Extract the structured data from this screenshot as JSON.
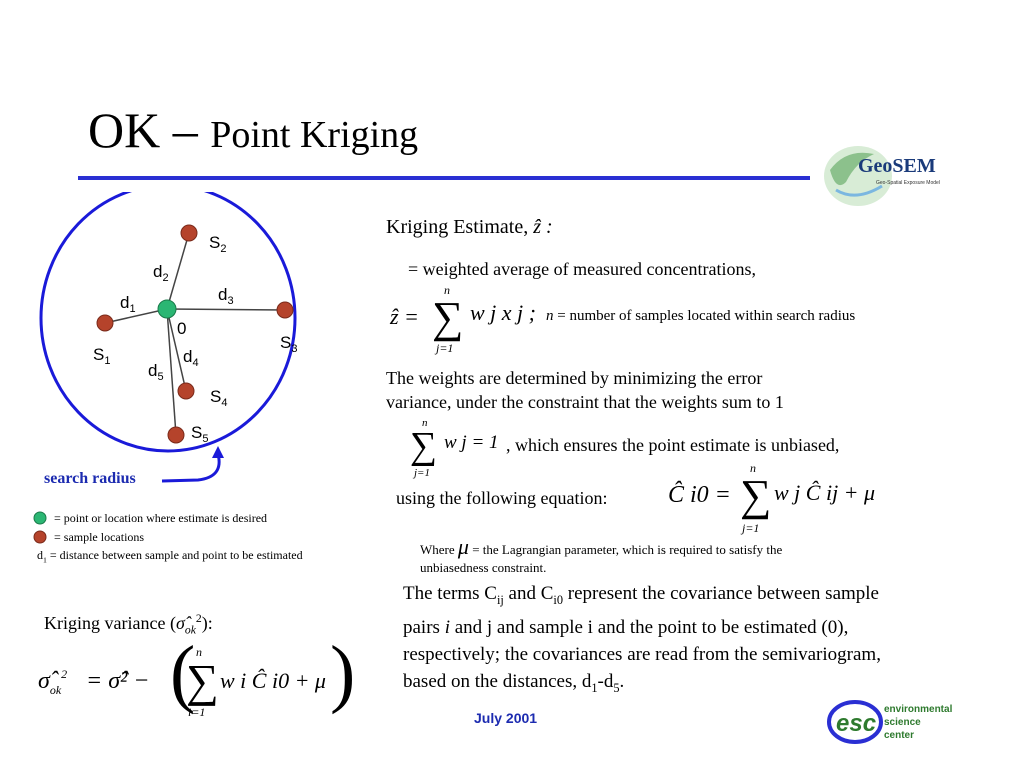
{
  "title": {
    "main": "OK – ",
    "sub": "Point Kriging"
  },
  "logo_geosem": {
    "name": "GeoSEM",
    "tagline": "Geo-Spatial Exposure Model"
  },
  "diagram": {
    "samples": [
      "S",
      "S",
      "S",
      "S",
      "S"
    ],
    "sample_subs": [
      "1",
      "2",
      "3",
      "4",
      "5"
    ],
    "distances": [
      "d",
      "d",
      "d",
      "d",
      "d"
    ],
    "distance_subs": [
      "1",
      "2",
      "3",
      "4",
      "5"
    ],
    "center_label": "0",
    "search_radius_label": "search radius",
    "colors": {
      "circle": "#1a1ad9",
      "center": "#2bb673",
      "sample": "#b5432b",
      "line": "#444444"
    }
  },
  "legend": {
    "center_text": "= point or location where estimate is desired",
    "sample_text": "= sample locations",
    "distance_prefix": "d",
    "distance_sub": "1",
    "distance_text": " = distance between sample and point to be estimated"
  },
  "estimate": {
    "heading": "Kriging Estimate,",
    "heading_symbol": "ẑ :",
    "line1": "=  weighted average of measured concentrations,",
    "formula_lhs": "ẑ =",
    "formula_rhs": "w j x j ;",
    "n_note_var": "n",
    "n_note": " = number of samples located within search radius",
    "weights_text_1": "The  weights are determined by minimizing the error",
    "weights_text_2": "variance, under the constraint that the weights sum to 1",
    "sum_constraint": "w j = 1",
    "unbiased_text": ", which ensures the point estimate is unbiased,",
    "using_text": "using the following equation:",
    "equation_lhs": "Ĉ i0 =",
    "equation_rhs": "w j Ĉ ij + μ",
    "where": "Where",
    "mu": "μ",
    "where_text_1": " = the Lagrangian parameter, which is required to satisfy the",
    "where_text_2": "unbiasedness constraint.",
    "cov_text_lines": [
      "The terms C",
      "ij",
      " and C",
      "i0",
      " represent the covariance between sample",
      "pairs ",
      "i",
      " and j and sample i and the point to be estimated (0),",
      "respectively; the covariances are read from the semivariogram,",
      "based on the distances, d",
      "1",
      "-d",
      "5",
      "."
    ]
  },
  "variance": {
    "heading": "Kriging variance (",
    "heading_end": "):",
    "sigma_ok": "σ̂",
    "ok": "ok",
    "sq": "2",
    "formula": "= σ̂² −",
    "inner": "w i Ĉ i0 + μ"
  },
  "sum_limits": {
    "top": "n",
    "bottom": "j=1",
    "bottom_i": "i=1"
  },
  "footer": {
    "date": "July 2001"
  },
  "logo_esc": {
    "letters": "esc",
    "line1": "environmental",
    "line2": "science",
    "line3": "center",
    "color": "#2e7a2e",
    "ring": "#2a2fd3"
  }
}
